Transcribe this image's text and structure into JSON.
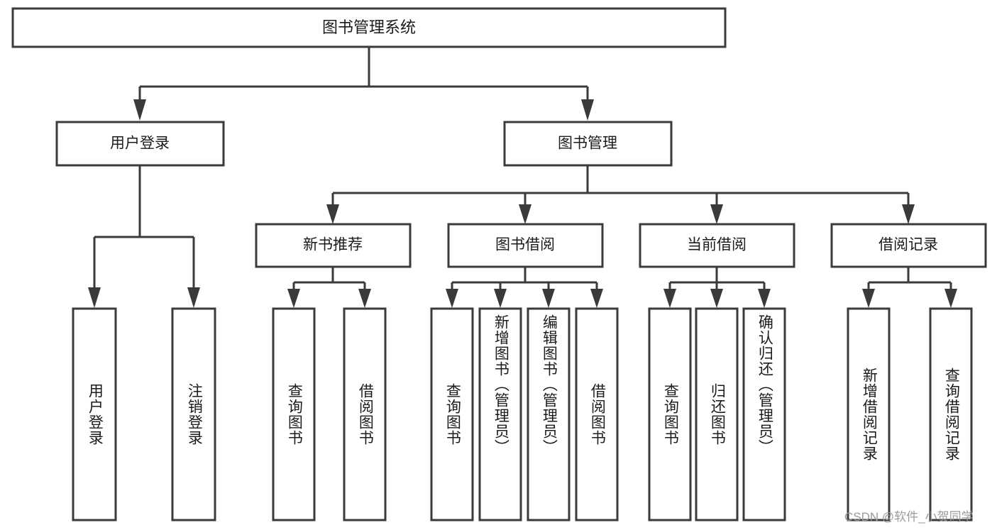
{
  "diagram": {
    "type": "tree",
    "title": "图书管理系统",
    "orientation": "top-down",
    "watermark": "CSDN @软件_小贺同学",
    "colors": {
      "box_stroke": "#3a3a3a",
      "box_fill": "#ffffff",
      "connector": "#3a3a3a",
      "text": "#1b1b1b",
      "watermark": "#9a9a9a",
      "background": "#ffffff"
    },
    "root": {
      "label": "图书管理系统"
    },
    "level2": [
      {
        "label": "用户登录"
      },
      {
        "label": "图书管理"
      }
    ],
    "level3": [
      {
        "label": "新书推荐"
      },
      {
        "label": "图书借阅"
      },
      {
        "label": "当前借阅"
      },
      {
        "label": "借阅记录"
      }
    ],
    "leaves": {
      "user_login": [
        {
          "label": "用户登录"
        },
        {
          "label": "注销登录"
        }
      ],
      "new_book_recommend": [
        {
          "label": "查询图书"
        },
        {
          "label": "借阅图书"
        }
      ],
      "book_borrow": [
        {
          "label": "查询图书"
        },
        {
          "label": "新增图书（管理员）"
        },
        {
          "label": "编辑图书（管理员）"
        },
        {
          "label": "借阅图书"
        }
      ],
      "current_borrow": [
        {
          "label": "查询图书"
        },
        {
          "label": "归还图书"
        },
        {
          "label": "确认归还（管理员）"
        }
      ],
      "borrow_record": [
        {
          "label": "新增借阅记录"
        },
        {
          "label": "查询借阅记录"
        }
      ]
    }
  }
}
